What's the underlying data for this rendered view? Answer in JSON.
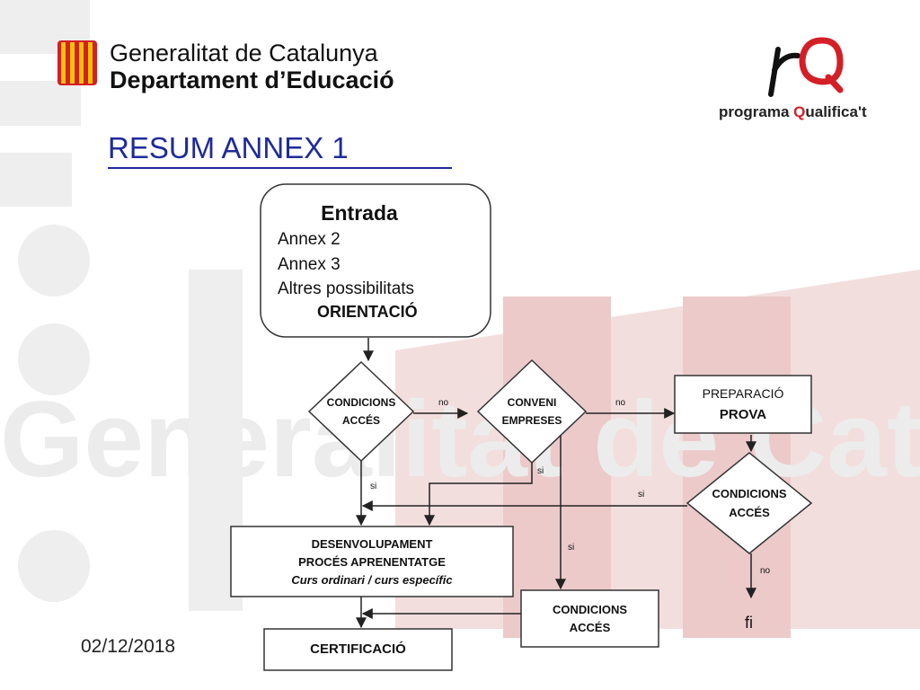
{
  "header": {
    "org_name": "Generalitat de Catalunya",
    "dept_name": "Departament d’Educació",
    "program_mark": "rQ",
    "program_prefix": "programa ",
    "program_accent": "Q",
    "program_suffix": "ualifica't"
  },
  "title": "RESUM ANNEX 1",
  "date": "02/12/2018",
  "colors": {
    "title": "#1f2a9c",
    "accent": "#d41f26",
    "watermark": "#e9c5c5"
  },
  "nodes": {
    "entrada": {
      "title": "Entrada",
      "lines": [
        "Annex 2",
        "Annex 3",
        "Altres possibilitats"
      ],
      "footer": "ORIENTACIÓ"
    },
    "condicions_1": {
      "line1": "CONDICIONS",
      "line2": "ACCÉS"
    },
    "conveni": {
      "line1": "CONVENI",
      "line2": "EMPRESES"
    },
    "preparacio": {
      "line1": "PREPARACIÓ",
      "line2": "PROVA"
    },
    "condicions_2": {
      "line1": "CONDICIONS",
      "line2": "ACCÉS"
    },
    "desenvolupament": {
      "line1": "DESENVOLUPAMENT",
      "line2": "PROCÉS APRENENTATGE",
      "line3": "Curs ordinari / curs específic"
    },
    "condicions_3": {
      "line1": "CONDICIONS",
      "line2": "ACCÉS"
    },
    "certificacio": {
      "label": "CERTIFICACIÓ"
    },
    "fi": {
      "label": "fi"
    }
  },
  "edge_labels": {
    "c1_to_conveni": "no",
    "conveni_to_prep": "no",
    "c1_down": "si",
    "conveni_down": "si",
    "conveni_right": "si",
    "c2_left": "si",
    "c2_down": "no"
  }
}
